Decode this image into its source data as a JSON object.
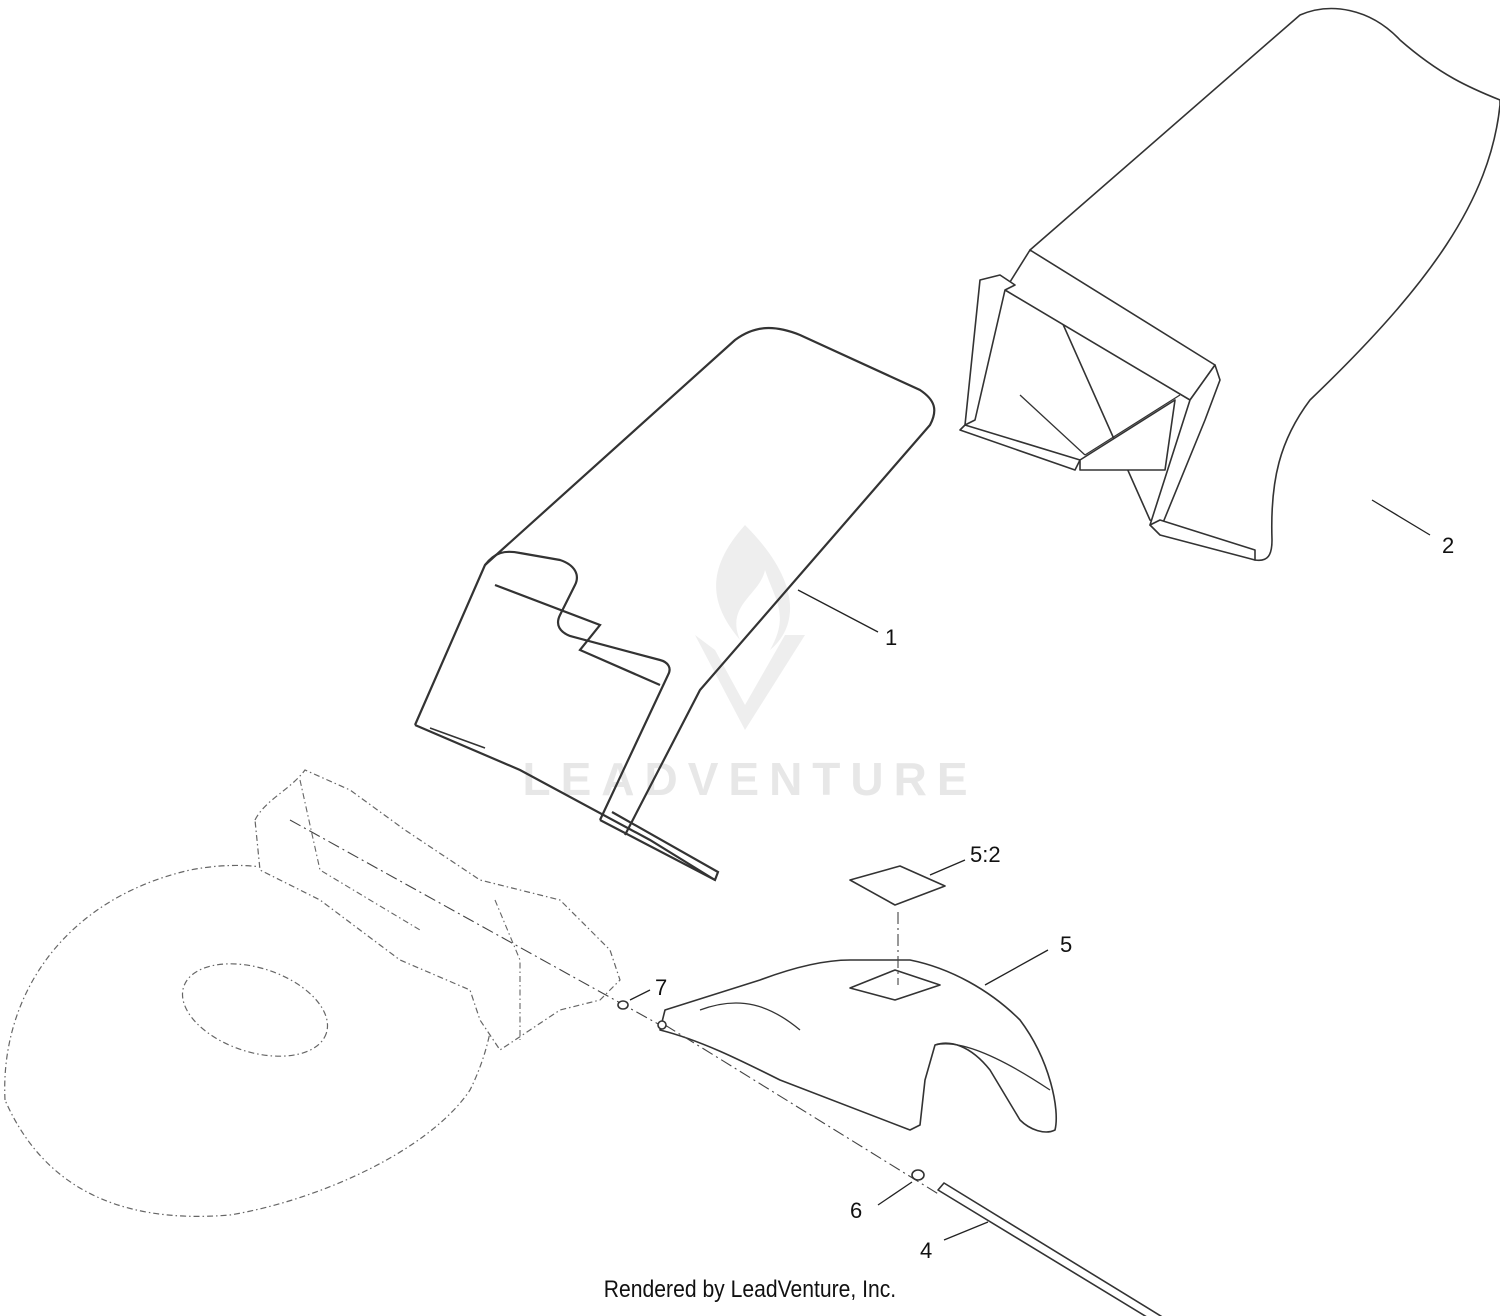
{
  "diagram": {
    "footer": "Rendered by LeadVenture, Inc.",
    "watermark": "LEADVENTURE",
    "callouts": [
      {
        "id": "1",
        "label": "1"
      },
      {
        "id": "2",
        "label": "2"
      },
      {
        "id": "4",
        "label": "4"
      },
      {
        "id": "5",
        "label": "5"
      },
      {
        "id": "5-2",
        "label": "5:2"
      },
      {
        "id": "6",
        "label": "6"
      },
      {
        "id": "7",
        "label": "7"
      }
    ],
    "colors": {
      "line": "#333333",
      "ghost_line": "#666666",
      "watermark": "#e7e7e7",
      "background": "#ffffff"
    }
  }
}
